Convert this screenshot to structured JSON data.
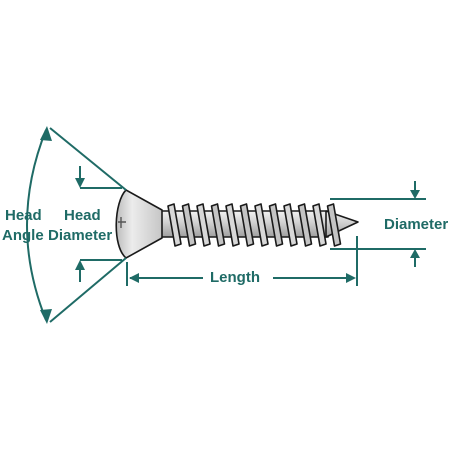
{
  "labels": {
    "head_angle_line1": "Head",
    "head_angle_line2": "Angle",
    "head_diameter_line1": "Head",
    "head_diameter_line2": "Diameter",
    "length": "Length",
    "diameter": "Diameter"
  },
  "colors": {
    "dimension": "#1f6b66",
    "outline": "#1a1a1a",
    "screw_fill": "#d2d2d2",
    "screw_shade": "#a8a8a8",
    "background": "#ffffff"
  }
}
